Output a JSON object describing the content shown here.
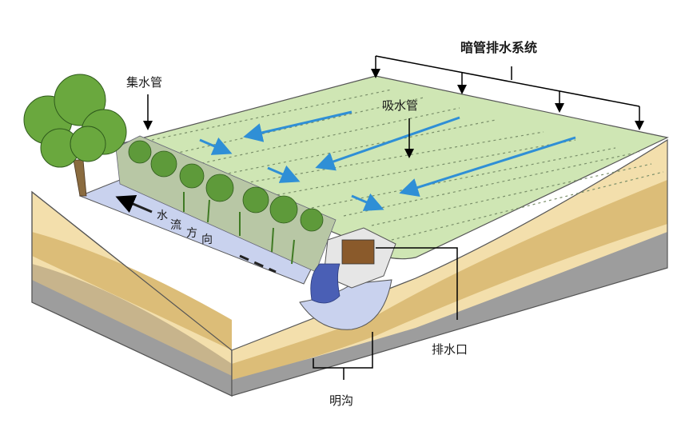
{
  "labels": {
    "drainage_system": "暗管排水系统",
    "collector_pipe": "集水管",
    "suction_pipe": "吸水管",
    "outlet": "排水口",
    "open_ditch": "明沟",
    "flow_direction": [
      "水",
      "流",
      "方",
      "向"
    ]
  },
  "colors": {
    "field": "#cfe6b4",
    "arrow": "#2f8fd6",
    "ditch_water": "#c9d2ee",
    "soil_light": "#f2deaa",
    "soil_mid": "#dcbd78",
    "bedrock": "#9d9d9d",
    "tree": "#6aa83e"
  }
}
